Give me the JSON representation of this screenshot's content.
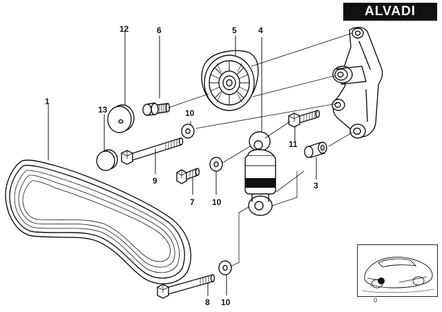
{
  "brand": {
    "text": "ALVADI"
  },
  "inset": {
    "label": "0"
  },
  "callouts": [
    {
      "id": "1",
      "text": "1"
    },
    {
      "id": "12",
      "text": "12"
    },
    {
      "id": "6",
      "text": "6"
    },
    {
      "id": "5",
      "text": "5"
    },
    {
      "id": "4",
      "text": "4"
    },
    {
      "id": "13",
      "text": "13"
    },
    {
      "id": "10a",
      "text": "10"
    },
    {
      "id": "11",
      "text": "11"
    },
    {
      "id": "9",
      "text": "9"
    },
    {
      "id": "3",
      "text": "3"
    },
    {
      "id": "7",
      "text": "7"
    },
    {
      "id": "10b",
      "text": "10"
    },
    {
      "id": "8",
      "text": "8"
    },
    {
      "id": "10c",
      "text": "10"
    }
  ]
}
